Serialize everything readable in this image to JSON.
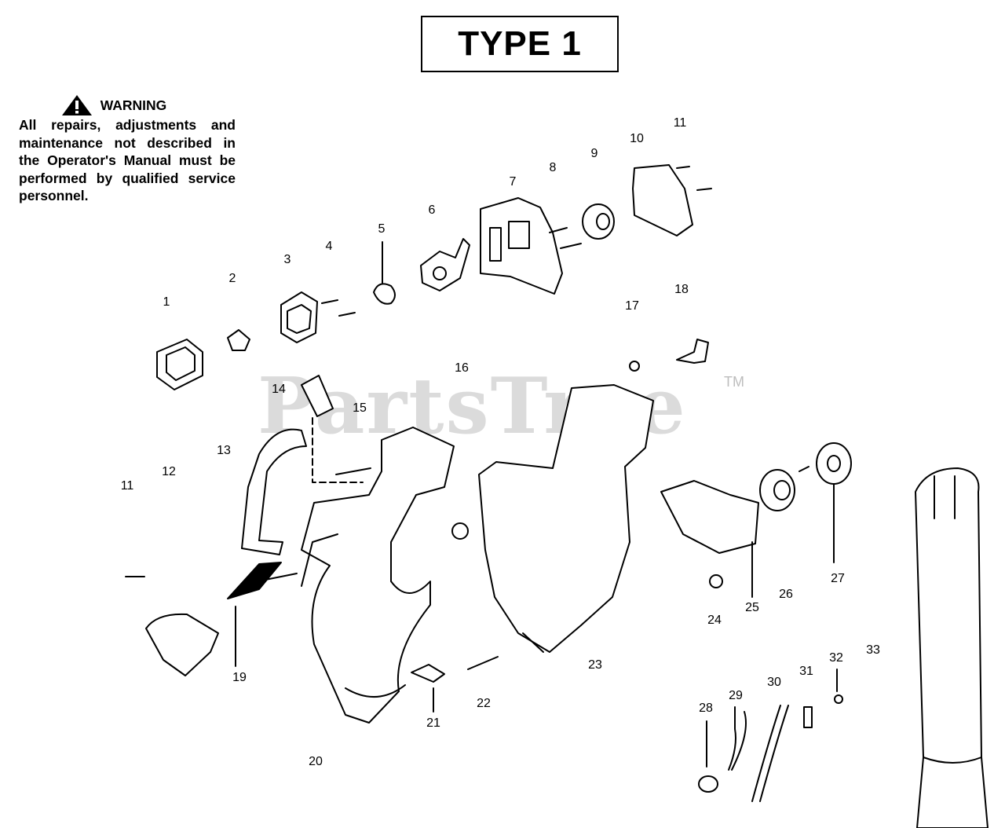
{
  "title": "TYPE 1",
  "warning": {
    "heading": "WARNING",
    "icon": "warning-triangle-icon",
    "text": "All repairs, adjustments and maintenance not described in the Operator's Manual must be performed by qualified service personnel."
  },
  "watermark": {
    "text": "PartsTree",
    "trademark": "TM"
  },
  "callouts": [
    "1",
    "2",
    "3",
    "4",
    "5",
    "6",
    "7",
    "8",
    "9",
    "10",
    "11",
    "11",
    "12",
    "13",
    "14",
    "15",
    "16",
    "17",
    "18",
    "19",
    "20",
    "21",
    "22",
    "23",
    "24",
    "25",
    "26",
    "27",
    "28",
    "29",
    "30",
    "31",
    "32",
    "33"
  ]
}
